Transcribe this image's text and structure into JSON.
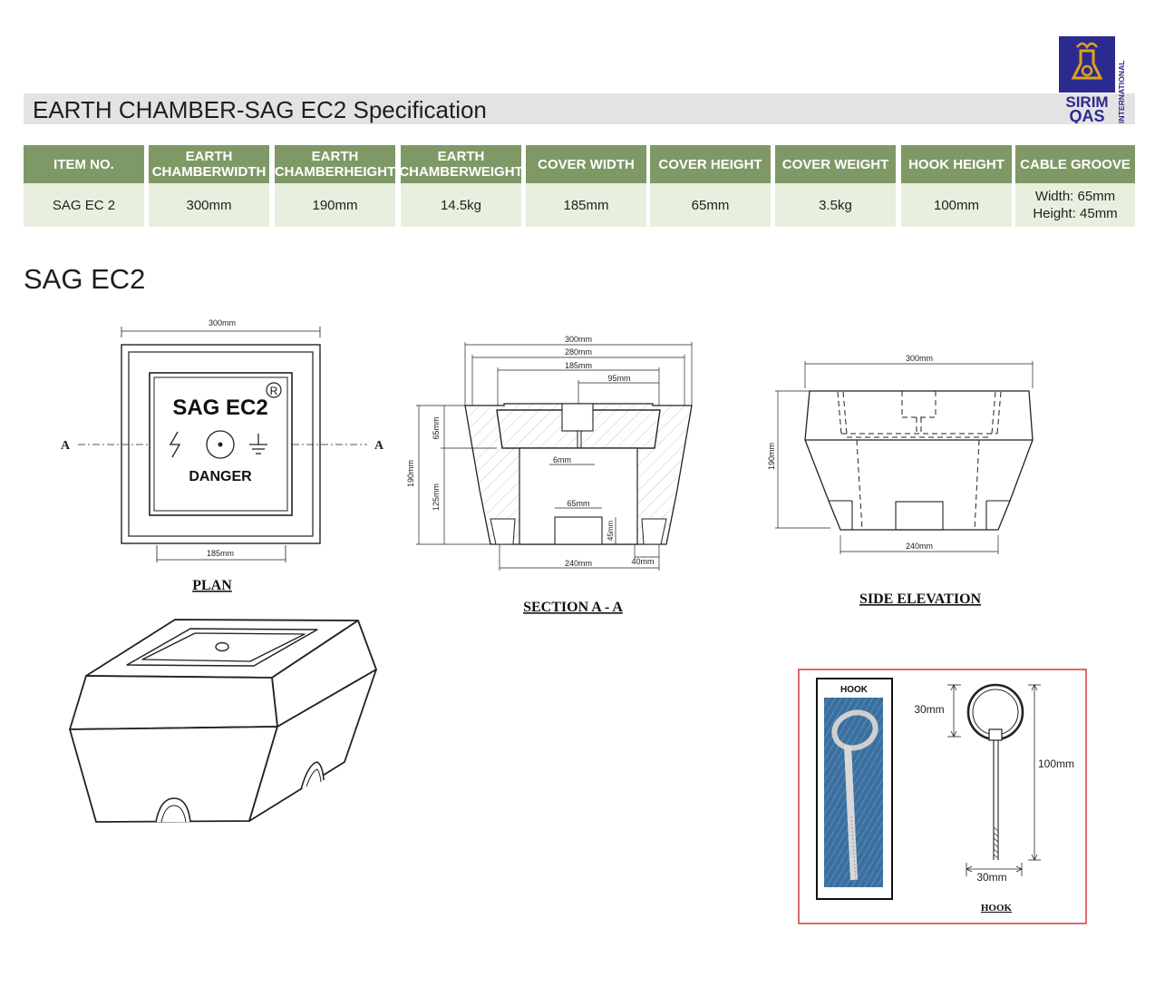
{
  "header": {
    "title": "EARTH CHAMBER-SAG EC2 Specification",
    "logo_line1": "SIRIM",
    "logo_line2": "QAS",
    "logo_side": "INTERNATIONAL"
  },
  "spec_table": {
    "columns": [
      {
        "header": [
          "ITEM NO."
        ],
        "value": [
          "SAG EC 2"
        ]
      },
      {
        "header": [
          "EARTH CHAMBER",
          "WIDTH"
        ],
        "value": [
          "300mm"
        ]
      },
      {
        "header": [
          "EARTH CHAMBER",
          "HEIGHT"
        ],
        "value": [
          "190mm"
        ]
      },
      {
        "header": [
          "EARTH CHAMBER",
          "WEIGHT"
        ],
        "value": [
          "14.5kg"
        ]
      },
      {
        "header": [
          "COVER WIDTH"
        ],
        "value": [
          "185mm"
        ]
      },
      {
        "header": [
          "COVER HEIGHT"
        ],
        "value": [
          "65mm"
        ]
      },
      {
        "header": [
          "COVER WEIGHT"
        ],
        "value": [
          "3.5kg"
        ]
      },
      {
        "header": [
          "HOOK HEIGHT"
        ],
        "value": [
          "100mm"
        ]
      },
      {
        "header": [
          "CABLE GROOVE"
        ],
        "value": [
          "Width: 65mm",
          "Height: 45mm"
        ]
      }
    ]
  },
  "section_title": "SAG EC2",
  "plan": {
    "caption": "PLAN",
    "dim_top": "300mm",
    "dim_bottom": "185mm",
    "section_marker_left": "A",
    "section_marker_right": "A",
    "cover_text": "SAG EC2",
    "registered": "R",
    "danger": "DANGER"
  },
  "section_aa": {
    "caption": "SECTION A - A",
    "dims": {
      "d300": "300mm",
      "d280": "280mm",
      "d185": "185mm",
      "d95": "95mm",
      "d190": "190mm",
      "d65v": "65mm",
      "d125": "125mm",
      "d6": "6mm",
      "d65h": "65mm",
      "d45": "45mm",
      "d240": "240mm",
      "d40": "40mm"
    }
  },
  "side_elevation": {
    "caption": "SIDE ELEVATION",
    "dim_top": "300mm",
    "dim_left": "190mm",
    "dim_bottom": "240mm"
  },
  "hook": {
    "photo_label": "HOOK",
    "caption": "HOOK",
    "dim_ring": "30mm",
    "dim_height": "100mm",
    "dim_width": "30mm",
    "frame_color": "#d23a3a"
  },
  "colors": {
    "table_header": "#7f9966",
    "table_cell": "#e8efde",
    "title_bar": "#e3e3e3",
    "logo_blue": "#2b2b8f",
    "logo_gold": "#e0a21c",
    "photo_blue": "#3a6f9e"
  }
}
